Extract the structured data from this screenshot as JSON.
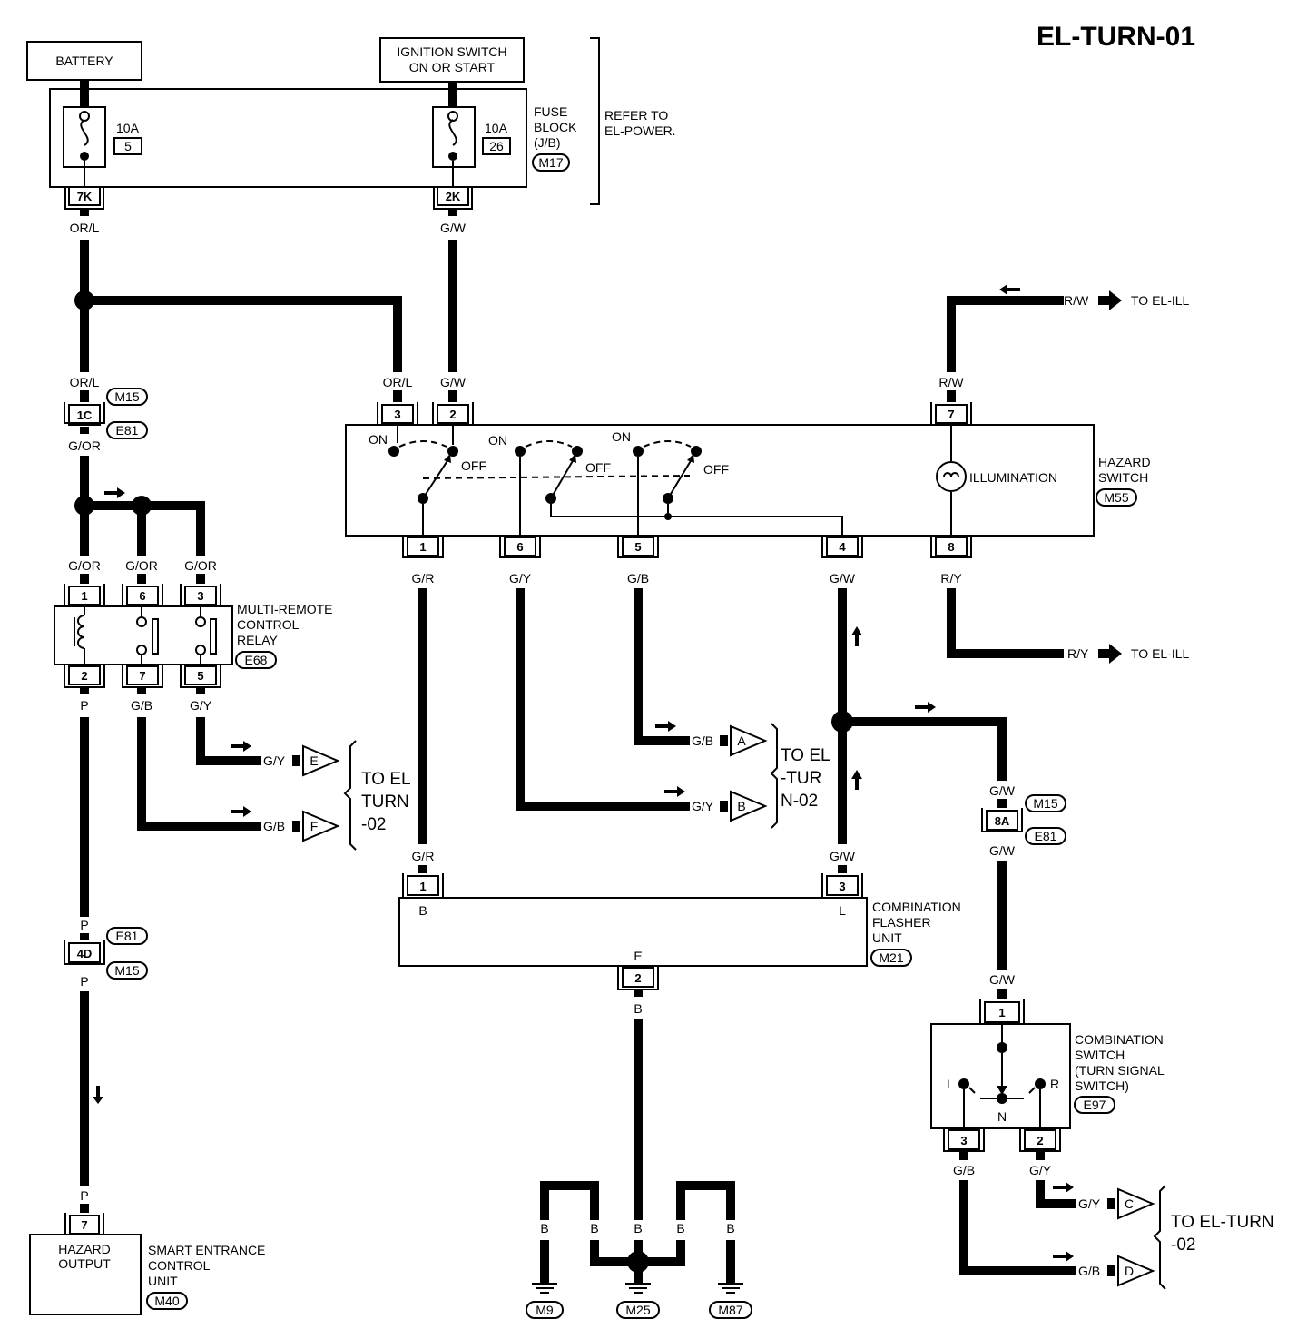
{
  "title": "EL-TURN-01",
  "battery": "BATTERY",
  "ignition": {
    "line1": "IGNITION SWITCH",
    "line2": "ON OR START"
  },
  "fuse_block": {
    "fuse_left_amp": "10A",
    "fuse_left_no": "5",
    "fuse_right_amp": "10A",
    "fuse_right_no": "26",
    "label": [
      "FUSE",
      "BLOCK",
      "(J/B)"
    ],
    "connector": "M17",
    "pin_left": "7K",
    "pin_right": "2K",
    "refer": [
      "REFER TO",
      "EL-POWER."
    ]
  },
  "wires": {
    "or_l": "OR/L",
    "g_w": "G/W",
    "g_or": "G/OR",
    "g_r": "G/R",
    "g_y": "G/Y",
    "g_b": "G/B",
    "r_w": "R/W",
    "r_y": "R/Y",
    "p": "P",
    "b": "B"
  },
  "joint_1c": {
    "pin": "1C",
    "conn_top": "M15",
    "conn_bottom": "E81"
  },
  "joint_4d": {
    "pin": "4D",
    "conn_top": "E81",
    "conn_bottom": "M15"
  },
  "joint_8a": {
    "pin": "8A",
    "conn_top": "M15",
    "conn_bottom": "E81"
  },
  "relay": {
    "label": [
      "MULTI-REMOTE",
      "CONTROL",
      "RELAY"
    ],
    "connector": "E68",
    "pins_top": [
      "1",
      "6",
      "3"
    ],
    "pins_bottom": [
      "2",
      "7",
      "5"
    ]
  },
  "hazard": {
    "label": [
      "HAZARD",
      "SWITCH"
    ],
    "connector": "M55",
    "pins_top": [
      "3",
      "2",
      "7"
    ],
    "pins_bottom": [
      "1",
      "6",
      "5",
      "4",
      "8"
    ],
    "on": "ON",
    "off": "OFF",
    "illumination": "ILLUMINATION"
  },
  "to_el_ill": "TO EL-ILL",
  "flasher": {
    "label": [
      "COMBINATION",
      "FLASHER",
      "UNIT"
    ],
    "connector": "M21",
    "pin_b": "1",
    "pin_l": "3",
    "pin_e": "2",
    "term_b": "B",
    "term_l": "L",
    "term_e": "E"
  },
  "turn_switch": {
    "label": [
      "COMBINATION",
      "SWITCH",
      "(TURN SIGNAL",
      "SWITCH)"
    ],
    "connector": "E97",
    "pin_top": "1",
    "pin_left": "3",
    "pin_right": "2",
    "l": "L",
    "n": "N",
    "r": "R"
  },
  "sec": {
    "label": [
      "SMART ENTRANCE",
      "CONTROL",
      "UNIT"
    ],
    "connector": "M40",
    "box": [
      "HAZARD",
      "OUTPUT"
    ],
    "pin": "7"
  },
  "grounds": [
    "M9",
    "M25",
    "M87"
  ],
  "offpage": {
    "a": "A",
    "b": "B",
    "c": "C",
    "d": "D",
    "e": "E",
    "f": "F",
    "to1": [
      "TO EL",
      "TURN",
      "-02"
    ],
    "to2": [
      "TO EL",
      "-TUR",
      "N-02"
    ],
    "to3": [
      "TO EL-TURN",
      "-02"
    ]
  }
}
